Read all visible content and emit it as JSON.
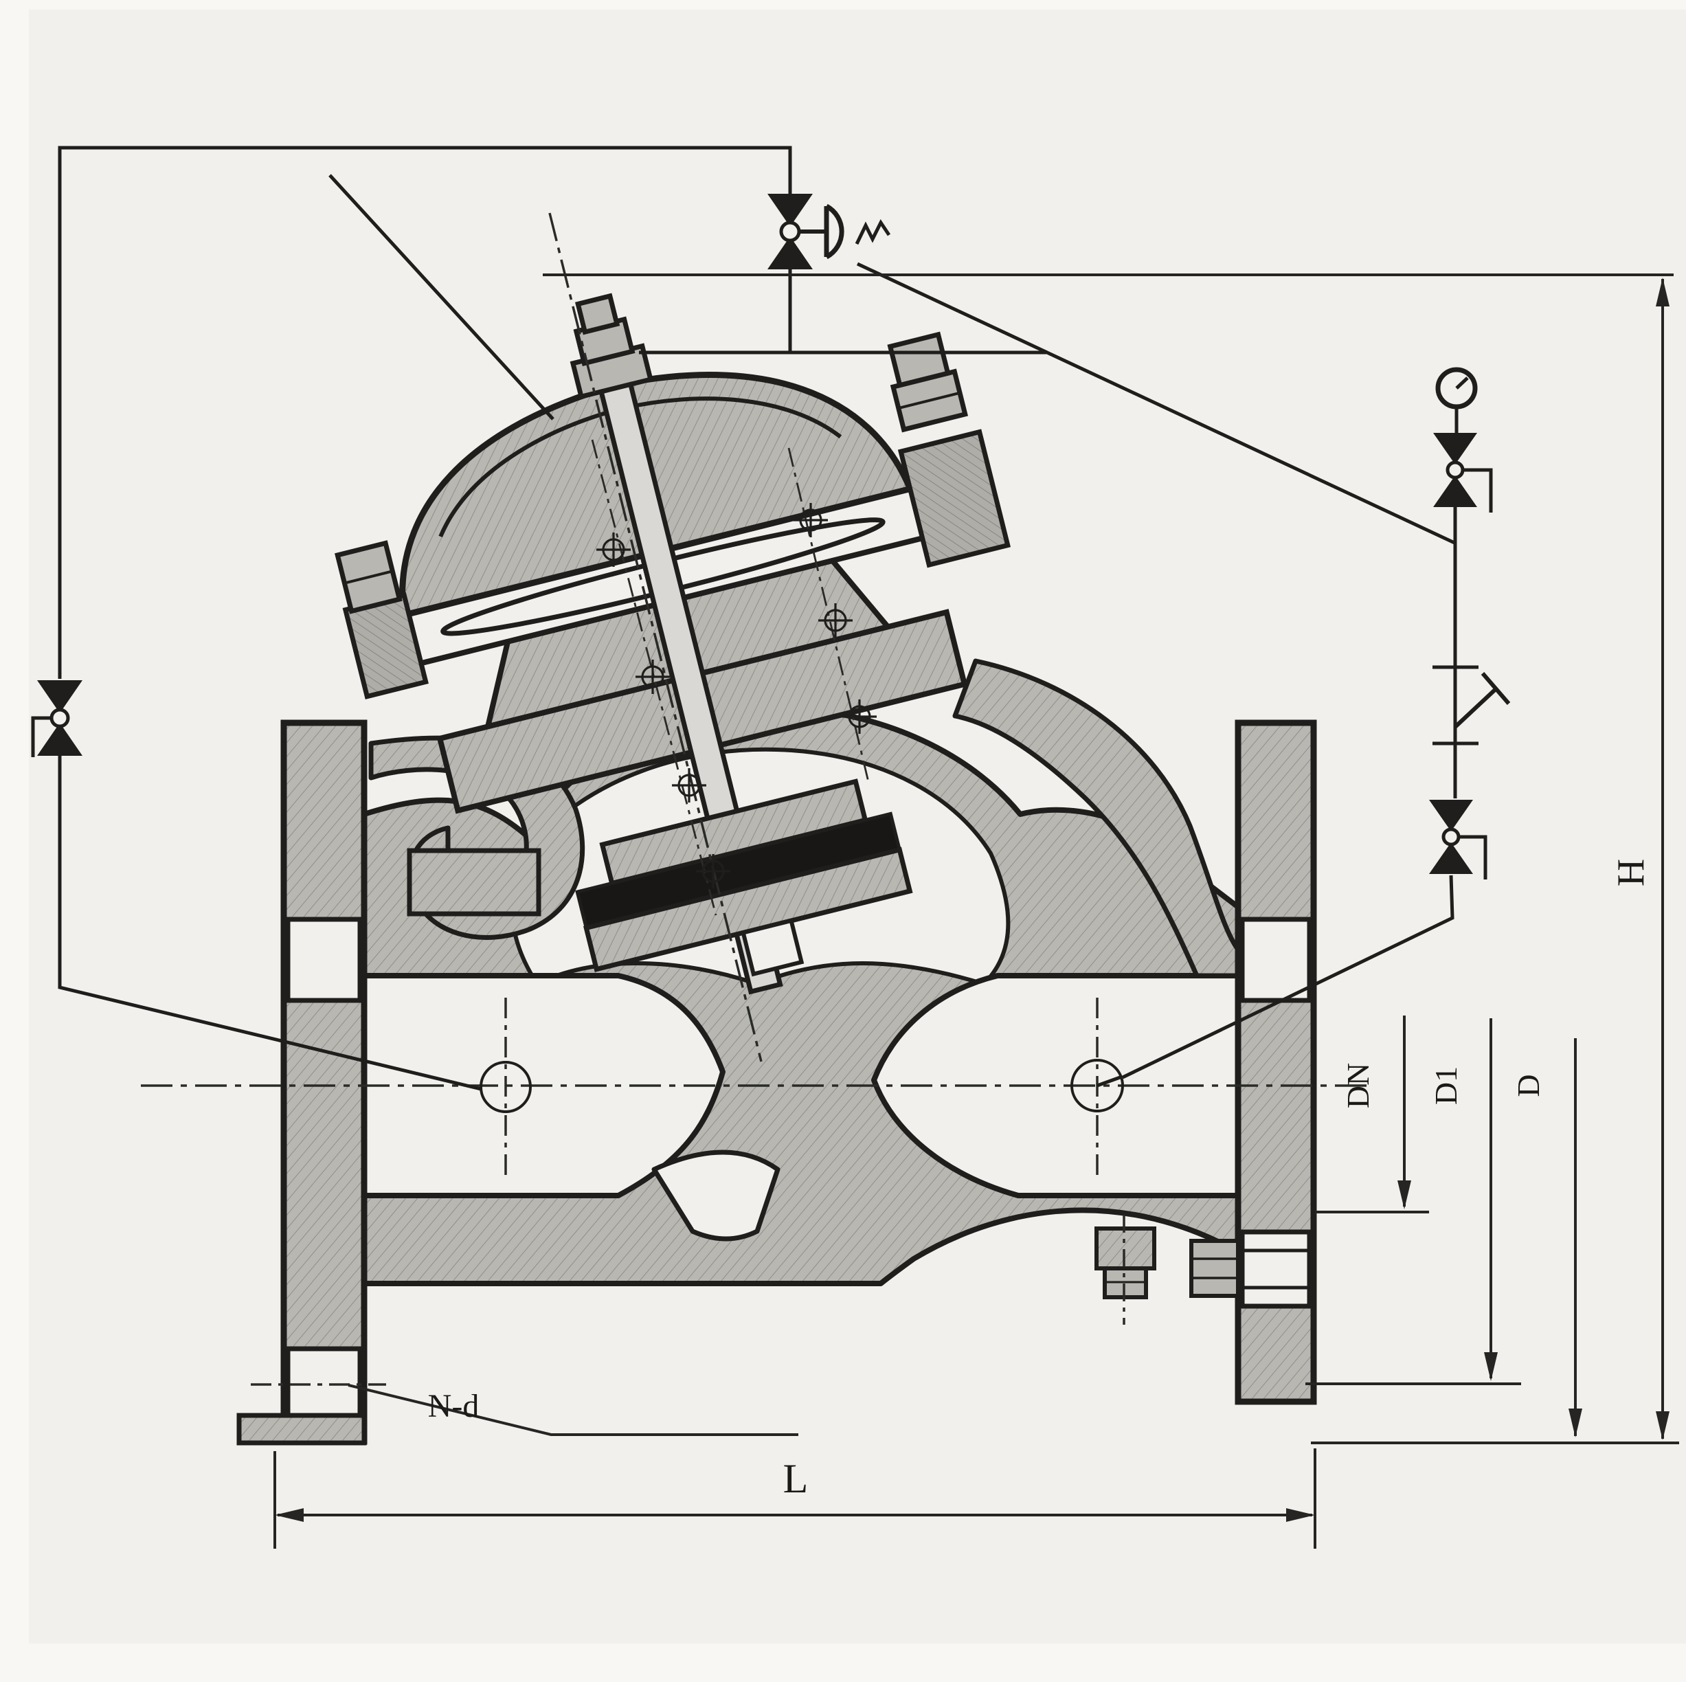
{
  "drawing": {
    "kind": "valve-cross-section-technical-drawing",
    "dimensions": {
      "height": {
        "label": "H"
      },
      "length": {
        "label": "L"
      },
      "bolt_spec": {
        "label": "N-d"
      },
      "nominal_bore": {
        "label": "DN"
      },
      "bolt_circle": {
        "label": "D1"
      },
      "flange_od": {
        "label": "D"
      }
    },
    "icons": {
      "pilot_valve": "needle-valve-bowtie",
      "gauge": "pressure-gauge-circle",
      "strainer": "strainer-tick",
      "actuator_pilot": "diaphragm-pilot-symbol",
      "bolt_hole": "crosshair-circle"
    },
    "colors": {
      "paper": "#f1f0ec",
      "paper_edge": "#f7f6f2",
      "line": "#1f1e1c",
      "metal": "#b8b7b2",
      "hatch": "#8f8e89",
      "metal_dark": "#a5a49f",
      "seal_dark": "#181716"
    }
  }
}
